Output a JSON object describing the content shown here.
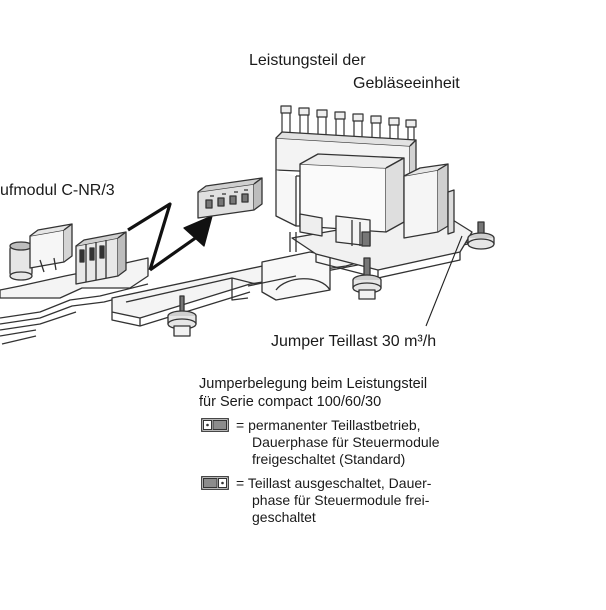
{
  "labels": {
    "power_unit_line1": "Leistungsteil der",
    "power_unit_line2": "Gebläseeinheit",
    "module_label": "ufmodul C-NR/3",
    "jumper_label": "Jumper Teillast 30 m³/h"
  },
  "legend": {
    "heading_line1": "Jumperbelegung beim Leistungsteil",
    "heading_line2": "für Serie compact 100/60/30",
    "items": [
      {
        "icon": "jumper-position-left-icon",
        "lines": [
          "= permanenter Teillastbetrieb,",
          "Dauerphase für Steuermodule",
          "freigeschaltet (Standard)"
        ]
      },
      {
        "icon": "jumper-position-right-icon",
        "lines": [
          "= Teillast ausgeschaltet, Dauer-",
          "phase für Steuermodule frei-",
          "geschaltet"
        ]
      }
    ]
  },
  "colors": {
    "line": "#333333",
    "fill_light": "#f2f2f2",
    "fill_mid": "#d9d9d9",
    "fill_dark": "#8c8c8c"
  }
}
